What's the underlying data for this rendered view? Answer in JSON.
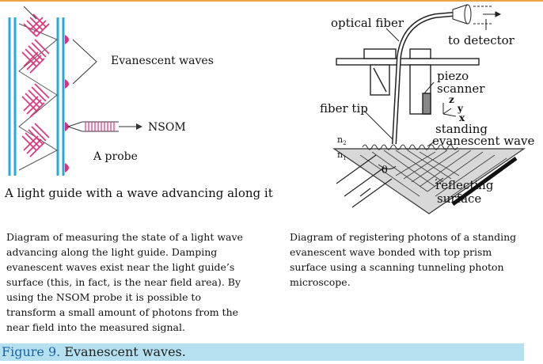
{
  "left_diagram": {
    "label_evanescent": "Evanescent waves",
    "label_nsom": "NSOM",
    "label_probe": "A probe",
    "title": "A light guide with a wave advancing along it",
    "caption": "Diagram of measuring the state of a light wave advancing along the light guide. Damping evanescent waves exist near the light guide’s surface (this, in fact, is the near field area). By using the NSOM probe it is possible to transform a small amount of photons from the near field into the measured signal."
  },
  "right_diagram": {
    "label_optical_fiber": "optical fiber",
    "label_to_detector": "to detector",
    "label_piezo": "piezo",
    "label_scanner": "scanner",
    "label_fiber_tip": "fiber tip",
    "label_z": "z",
    "label_y": "y",
    "label_x": "x",
    "label_standing": "standing",
    "label_evanescent_wave": "evanescent wave",
    "label_n2": "n",
    "label_n2_sub": "2",
    "label_n1": "n",
    "label_n1_sub": "1",
    "label_theta": "θ",
    "label_reflecting": "reflecting",
    "label_surface": "surface",
    "caption": "Diagram of registering photons of a standing evanescent wave bonded with top prism surface using a scanning tunneling photon microscope."
  },
  "figure": {
    "number": "Figure 9.",
    "title": " Evanescent waves."
  },
  "colors": {
    "guide_blue": "#29a8e0",
    "wave_magenta": "#e0307a",
    "figure_bar": "#b4e0f0",
    "figure_num": "#1a63a8"
  }
}
